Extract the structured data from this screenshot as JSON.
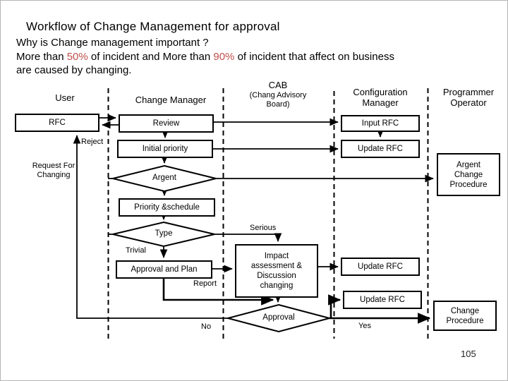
{
  "slide": {
    "title": "Workflow of Change Management for approval",
    "intro": {
      "line1": "Why is Change management important ?",
      "line2_before": "More than ",
      "pct1": "50%",
      "line2_mid": " of incident and More than ",
      "pct2": "90%",
      "line2_after": " of incident that affect on business",
      "line3": "are caused by changing.",
      "highlight_color": "#c0504d"
    },
    "page_number": "105"
  },
  "lanes": {
    "user": "User",
    "change_manager": "Change Manager",
    "cab_title": "CAB",
    "cab_subtitle": "(Chang Advisory Board)",
    "configuration_manager": "Configuration Manager",
    "programmer_operator": "Programmer Operator"
  },
  "nodes": {
    "rfc": "RFC",
    "review": "Review",
    "input_rfc": "Input RFC",
    "initial_priority": "Initial priority",
    "update_rfc_1": "Update RFC",
    "priority_schedule": "Priority &schedule",
    "argent_change_procedure": "Argent Change Procedure",
    "approval_and_plan": "Approval and Plan",
    "impact_assessment": "Impact assessment & Discussion changing",
    "update_rfc_2": "Update RFC",
    "update_rfc_3": "Update RFC",
    "change_procedure": "Change Procedure"
  },
  "decisions": {
    "argent": "Argent",
    "type": "Type",
    "approval": "Approval"
  },
  "edge_labels": {
    "reject": "Reject",
    "request_for_changing": "Request For Changing",
    "serious": "Serious",
    "trivial": "Trivial",
    "report": "Report",
    "no": "No",
    "yes": "Yes"
  }
}
